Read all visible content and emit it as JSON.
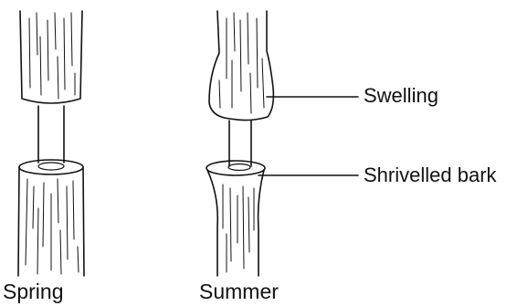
{
  "labels": {
    "swelling": "Swelling",
    "shrivelled_bark": "Shrivelled bark",
    "spring": "Spring",
    "summer": "Summer"
  },
  "colors": {
    "ink": "#111111",
    "background": "#ffffff"
  }
}
